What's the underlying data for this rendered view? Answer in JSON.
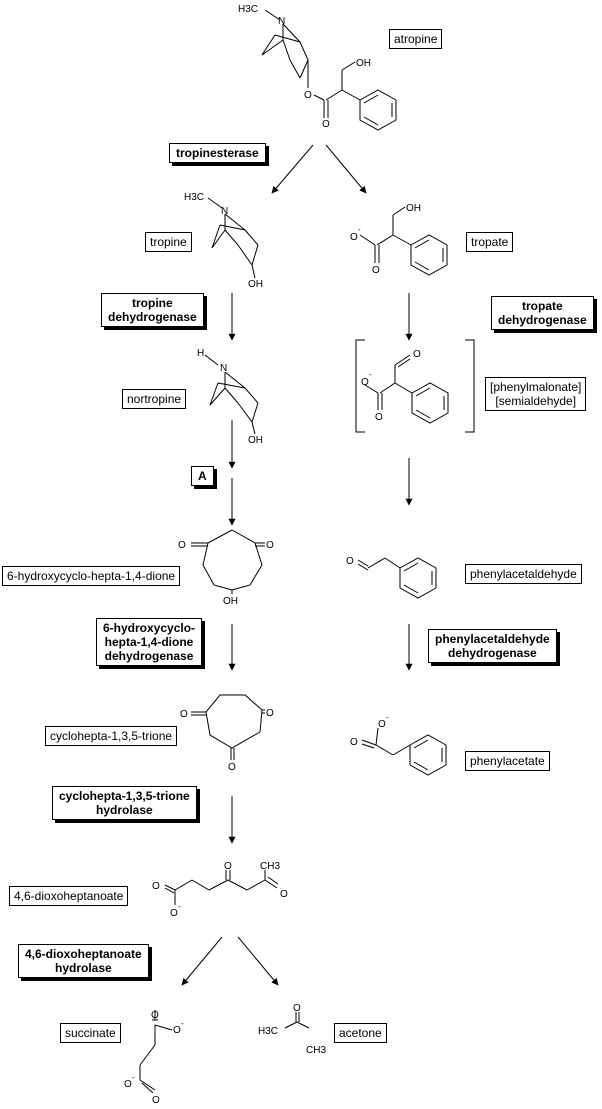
{
  "compounds": {
    "atropine": "atropine",
    "tropine": "tropine",
    "tropate": "tropate",
    "nortropine": "nortropine",
    "phenylmalonate_semialdehyde": "[phenylmalonate]\n[semialdehyde]",
    "hydroxycycloheptadione": "6-hydroxycyclo-hepta-1,4-dione",
    "phenylacetaldehyde": "phenylacetaldehyde",
    "cycloheptatrione": "cyclohepta-1,3,5-trione",
    "phenylacetate": "phenylacetate",
    "dioxoheptanoate": "4,6-dioxoheptanoate",
    "succinate": "succinate",
    "acetone": "acetone"
  },
  "enzymes": {
    "tropinesterase": "tropinesterase",
    "tropine_dehydrogenase": "tropine\ndehydrogenase",
    "tropate_dehydrogenase": "tropate\ndehydrogenase",
    "unknown_A": "A",
    "hydroxycycloheptadione_dehydrogenase": "6-hydroxycyclo-\nhepta-1,4-dione\ndehydrogenase",
    "phenylacetaldehyde_dehydrogenase": "phenylacetaldehyde\ndehydrogenase",
    "cycloheptatrione_hydrolase": "cyclohepta-1,3,5-trione\nhydrolase",
    "dioxoheptanoate_hydrolase": "4,6-dioxoheptanoate\nhydrolase"
  },
  "atoms": {
    "N": "N",
    "H3C": "H3C",
    "CH3": "CH3",
    "H": "H",
    "O": "O",
    "OH": "OH",
    "O_minus": "O",
    "minus": "-"
  }
}
